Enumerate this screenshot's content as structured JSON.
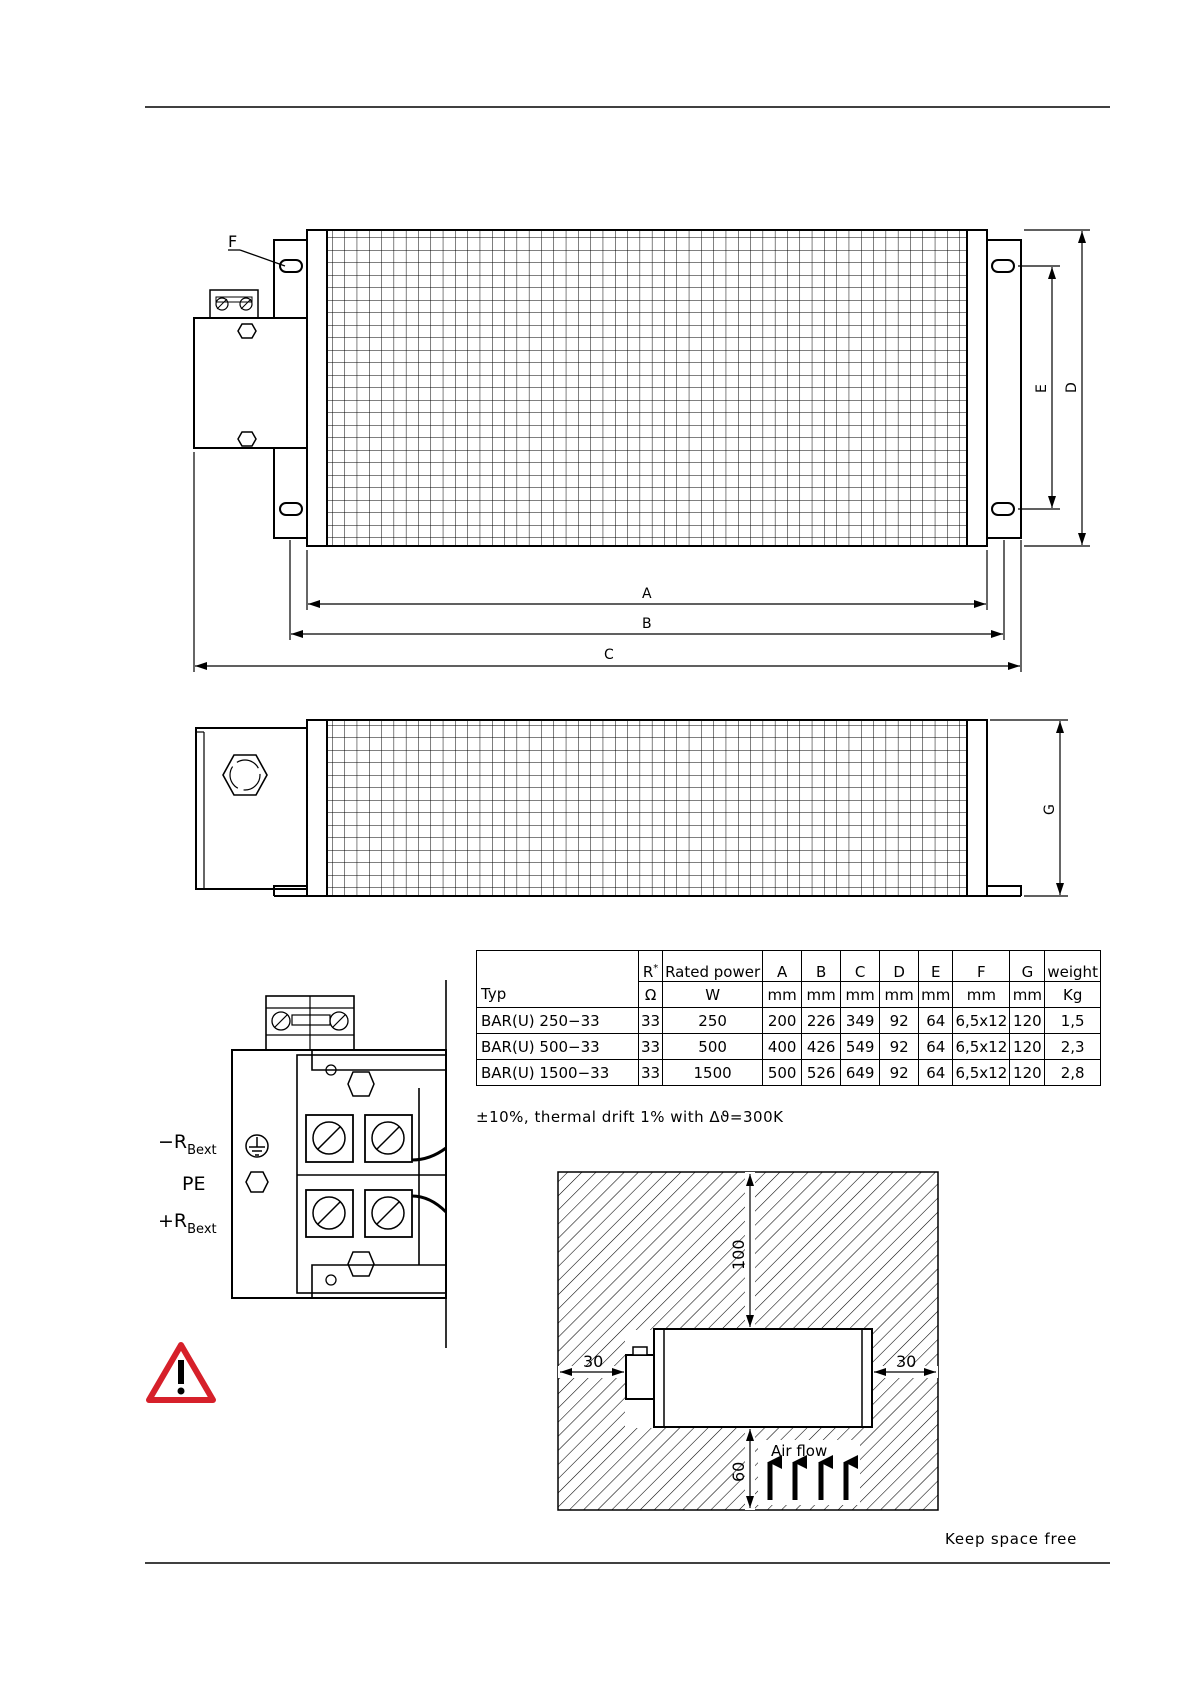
{
  "dimension_letters": {
    "a": "A",
    "b": "B",
    "c": "C",
    "d": "D",
    "e": "E",
    "f": "F",
    "g": "G"
  },
  "terminal_labels": {
    "minus": "−R",
    "minus_sub": "Bext",
    "pe": "PE",
    "plus": "+R",
    "plus_sub": "Bext"
  },
  "table": {
    "headers_top": [
      "",
      "R*",
      "Rated power",
      "A",
      "B",
      "C",
      "D",
      "E",
      "F",
      "G",
      "weight"
    ],
    "headers_units": [
      "Typ",
      "Ω",
      "W",
      "mm",
      "mm",
      "mm",
      "mm",
      "mm",
      "mm",
      "mm",
      "Kg"
    ],
    "rows": [
      [
        "BAR(U) 250−33",
        "33",
        "250",
        "200",
        "226",
        "349",
        "92",
        "64",
        "6,5x12",
        "120",
        "1,5"
      ],
      [
        "BAR(U) 500−33",
        "33",
        "500",
        "400",
        "426",
        "549",
        "92",
        "64",
        "6,5x12",
        "120",
        "2,3"
      ],
      [
        "BAR(U) 1500−33",
        "33",
        "1500",
        "500",
        "526",
        "649",
        "92",
        "64",
        "6,5x12",
        "120",
        "2,8"
      ]
    ]
  },
  "footnote": "±10%, thermal drift 1% with Δϑ=300K",
  "clearance": {
    "top": "100",
    "left": "30",
    "right": "30",
    "bottom": "60",
    "airflow": "Air flow"
  },
  "keep_free": "Keep space free",
  "colors": {
    "line": "#000000",
    "warning": "#d6202a"
  },
  "icons": {
    "warning": "warning-triangle-icon",
    "ground": "ground-icon"
  }
}
